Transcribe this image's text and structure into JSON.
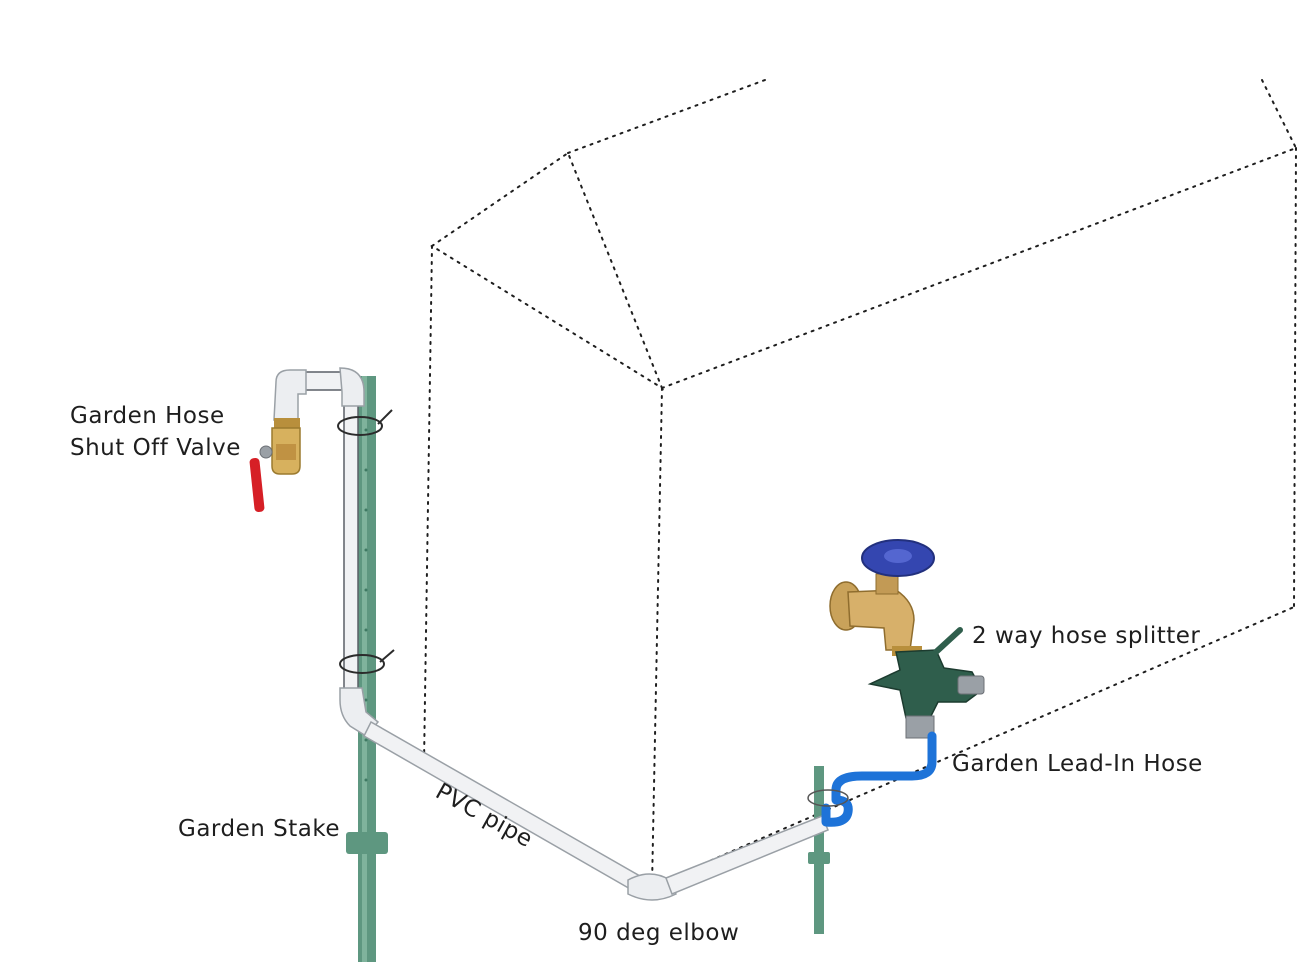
{
  "labels": {
    "shutoff_valve_line1": "Garden Hose",
    "shutoff_valve_line2": "Shut Off Valve",
    "garden_stake": "Garden Stake",
    "pvc_pipe": "PVC pipe",
    "elbow": "90 deg elbow",
    "splitter": "2 way hose splitter",
    "lead_in_hose": "Garden Lead-In Hose"
  },
  "colors": {
    "stake": "#5e9780",
    "pvc": "#f1f2f4",
    "pvc_outline": "#9aa0a6",
    "hose": "#1e73d8",
    "brass": "#c9a25a",
    "valve_handle": "#d61f26",
    "faucet_handle": "#3446b0",
    "splitter_body": "#2f5e4c"
  },
  "icons": {
    "shed": "dotted-shed-outline",
    "faucet": "hose-bib-faucet-icon",
    "splitter": "hose-splitter-icon",
    "valve": "ball-valve-icon"
  }
}
